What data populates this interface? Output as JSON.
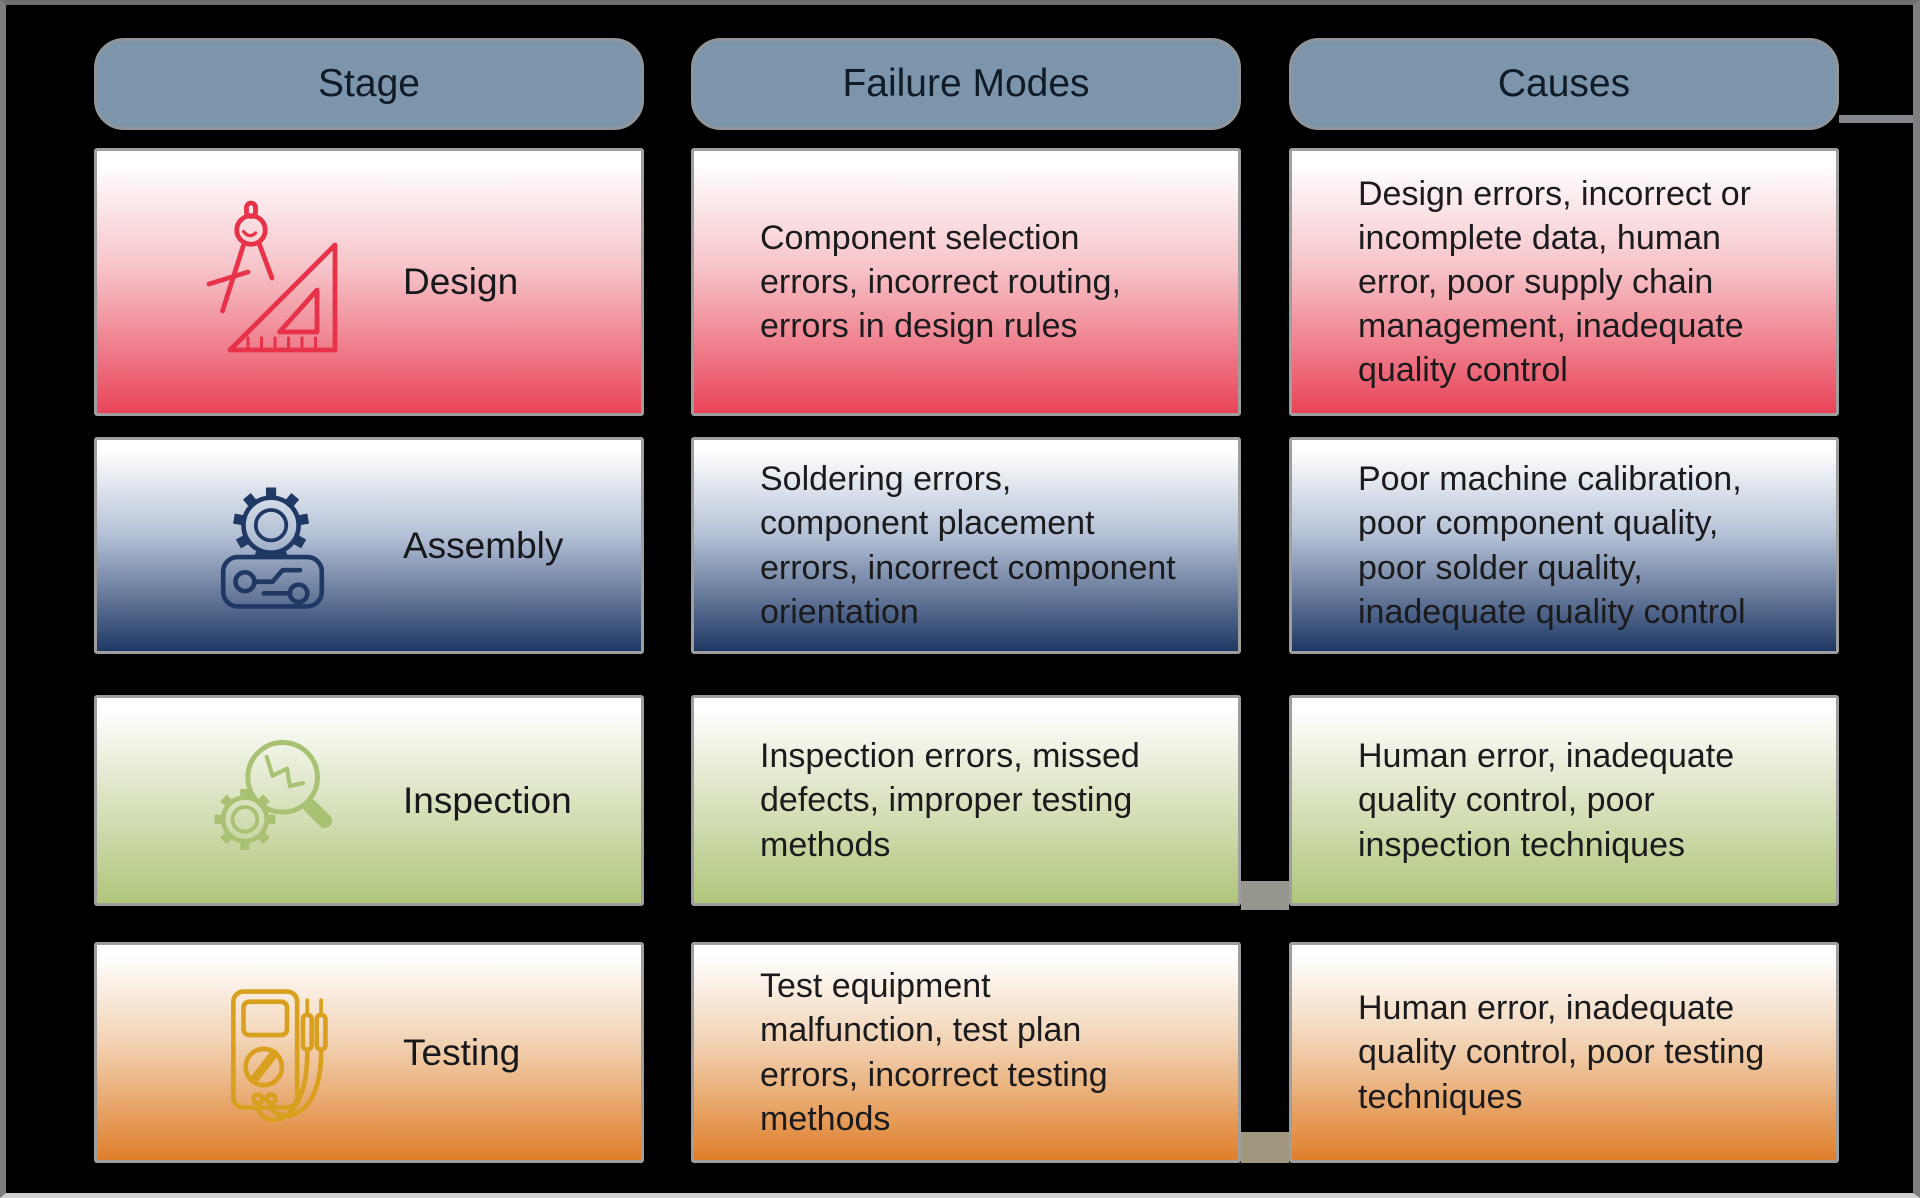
{
  "diagram": {
    "title_columns": [
      {
        "label": "Stage"
      },
      {
        "label": "Failure Modes"
      },
      {
        "label": "Causes"
      }
    ],
    "rows": [
      {
        "stage": "Design",
        "icon": "compass-set-square-icon",
        "failure_modes": "Component selection\nerrors, incorrect routing,\nerrors in design rules",
        "causes": "Design errors, incorrect or\nincomplete data, human\nerror, poor supply chain\nmanagement, inadequate\nquality control",
        "accent_color": "#e94459"
      },
      {
        "stage": "Assembly",
        "icon": "gear-circuit-board-icon",
        "failure_modes": "Soldering errors,\ncomponent placement\nerrors, incorrect component\norientation",
        "causes": "Poor machine calibration,\npoor component quality,\npoor solder quality,\ninadequate quality control",
        "accent_color": "#1f3864"
      },
      {
        "stage": "Inspection",
        "icon": "magnifier-gear-icon",
        "failure_modes": "Inspection errors, missed\ndefects, improper testing\nmethods",
        "causes": "Human error, inadequate\nquality control, poor\ninspection techniques",
        "accent_color": "#b0c67b"
      },
      {
        "stage": "Testing",
        "icon": "multimeter-icon",
        "failure_modes": "Test equipment\nmalfunction, test plan\nerrors, incorrect testing\nmethods",
        "causes": "Human error, inadequate\nquality control, poor testing\ntechniques",
        "accent_color": "#df7f2b"
      }
    ],
    "colors": {
      "header_fill": "#7d95ab",
      "background": "#000000",
      "cell_border": "#9e9e9e",
      "text": "#1b1b1d"
    }
  }
}
